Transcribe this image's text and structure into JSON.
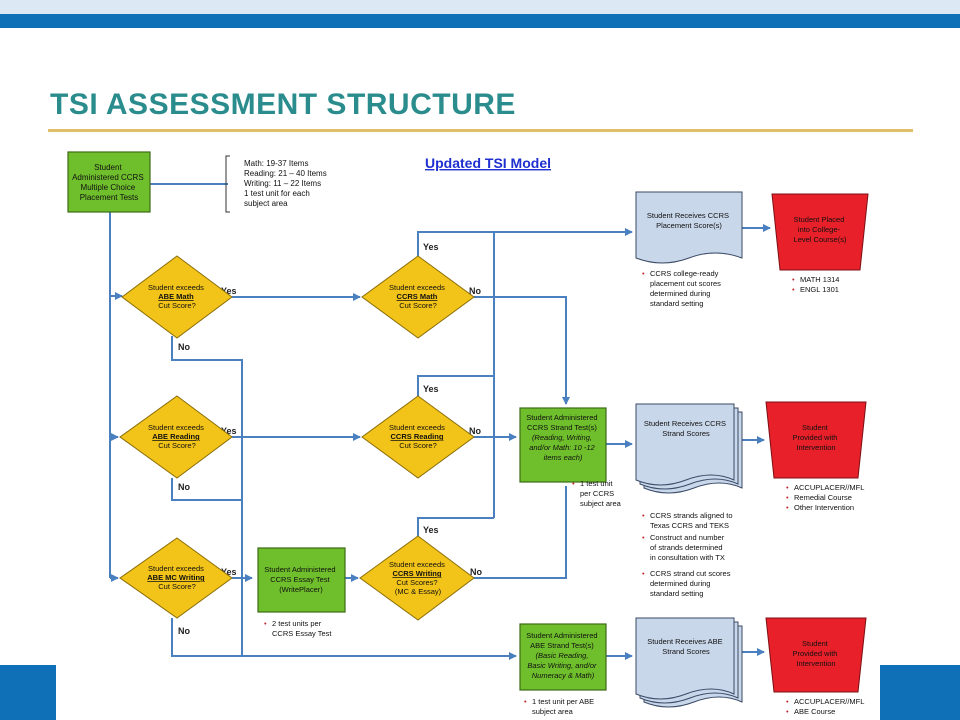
{
  "slide": {
    "title": "TSI ASSESSMENT STRUCTURE"
  },
  "diagram": {
    "heading": "Updated TSI Model",
    "start_box": [
      "Student",
      "Administered CCRS",
      "Multiple Choice",
      "Placement Tests"
    ],
    "item_counts": [
      "Math: 19-37 Items",
      "Reading: 21 – 40 Items",
      "Writing: 11 – 22 Items",
      "1 test unit for each",
      "subject area"
    ],
    "abe_math": [
      "Student exceeds",
      "ABE Math",
      "Cut Score?"
    ],
    "abe_reading": [
      "Student exceeds",
      "ABE Reading",
      "Cut Score?"
    ],
    "abe_mc_writing": [
      "Student exceeds",
      "ABE MC Writing",
      "Cut Score?"
    ],
    "ccrs_math": [
      "Student exceeds",
      "CCRS Math",
      "Cut Score?"
    ],
    "ccrs_reading": [
      "Student exceeds",
      "CCRS Reading",
      "Cut Score?"
    ],
    "ccrs_writing": [
      "Student exceeds",
      "CCRS Writing",
      "Cut Scores?",
      "(MC & Essay)"
    ],
    "essay_test": [
      "Student Administered",
      "CCRS Essay Test",
      "(WritePlacer)"
    ],
    "essay_note": [
      "2 test units per",
      "CCRS Essay Test"
    ],
    "ccrs_strand_test": [
      "Student Administered",
      "CCRS Strand Test(s)",
      "(Reading, Writing,",
      "and/or Math: 10 -12",
      "items each)"
    ],
    "ccrs_strand_note": [
      "1 test unit",
      "per CCRS",
      "subject area"
    ],
    "abe_strand_test": [
      "Student Administered",
      "ABE Strand Test(s)",
      "(Basic Reading,",
      "Basic Writing, and/or",
      "Numeracy & Math)"
    ],
    "abe_strand_note": [
      "1 test unit per ABE",
      "subject area"
    ],
    "placement_doc": [
      "Student Receives CCRS",
      "Placement Score(s)"
    ],
    "placement_note": [
      "CCRS college-ready",
      "placement cut scores",
      "determined during",
      "standard setting"
    ],
    "ccrs_strand_doc": [
      "Student Receives CCRS",
      "Strand Scores"
    ],
    "ccrs_strand_doc_notes": [
      "CCRS strands aligned to",
      "Texas CCRS and TEKS",
      "Construct and number",
      "of strands determined",
      "in consultation with TX",
      "CCRS strand cut scores",
      "determined during",
      "standard setting"
    ],
    "abe_strand_doc": [
      "Student Receives ABE",
      "Strand Scores"
    ],
    "college_level": [
      "Student Placed",
      "into College-",
      "Level Course(s)"
    ],
    "college_courses": [
      "MATH 1314",
      "ENGL 1301"
    ],
    "intervention": [
      "Student",
      "Provided with",
      "Intervention"
    ],
    "intervention_options": [
      "ACCUPLACER//MFL",
      "Remedial Course",
      "Other Intervention"
    ],
    "intervention2_options": [
      "ACCUPLACER//MFL",
      "ABE Course"
    ],
    "yes": "Yes",
    "no": "No",
    "colors": {
      "green": "#6fbe2c",
      "yellow": "#f2c318",
      "red": "#e8202a",
      "doc": "#c9d7ea",
      "arrow": "#4a7fc0"
    }
  }
}
